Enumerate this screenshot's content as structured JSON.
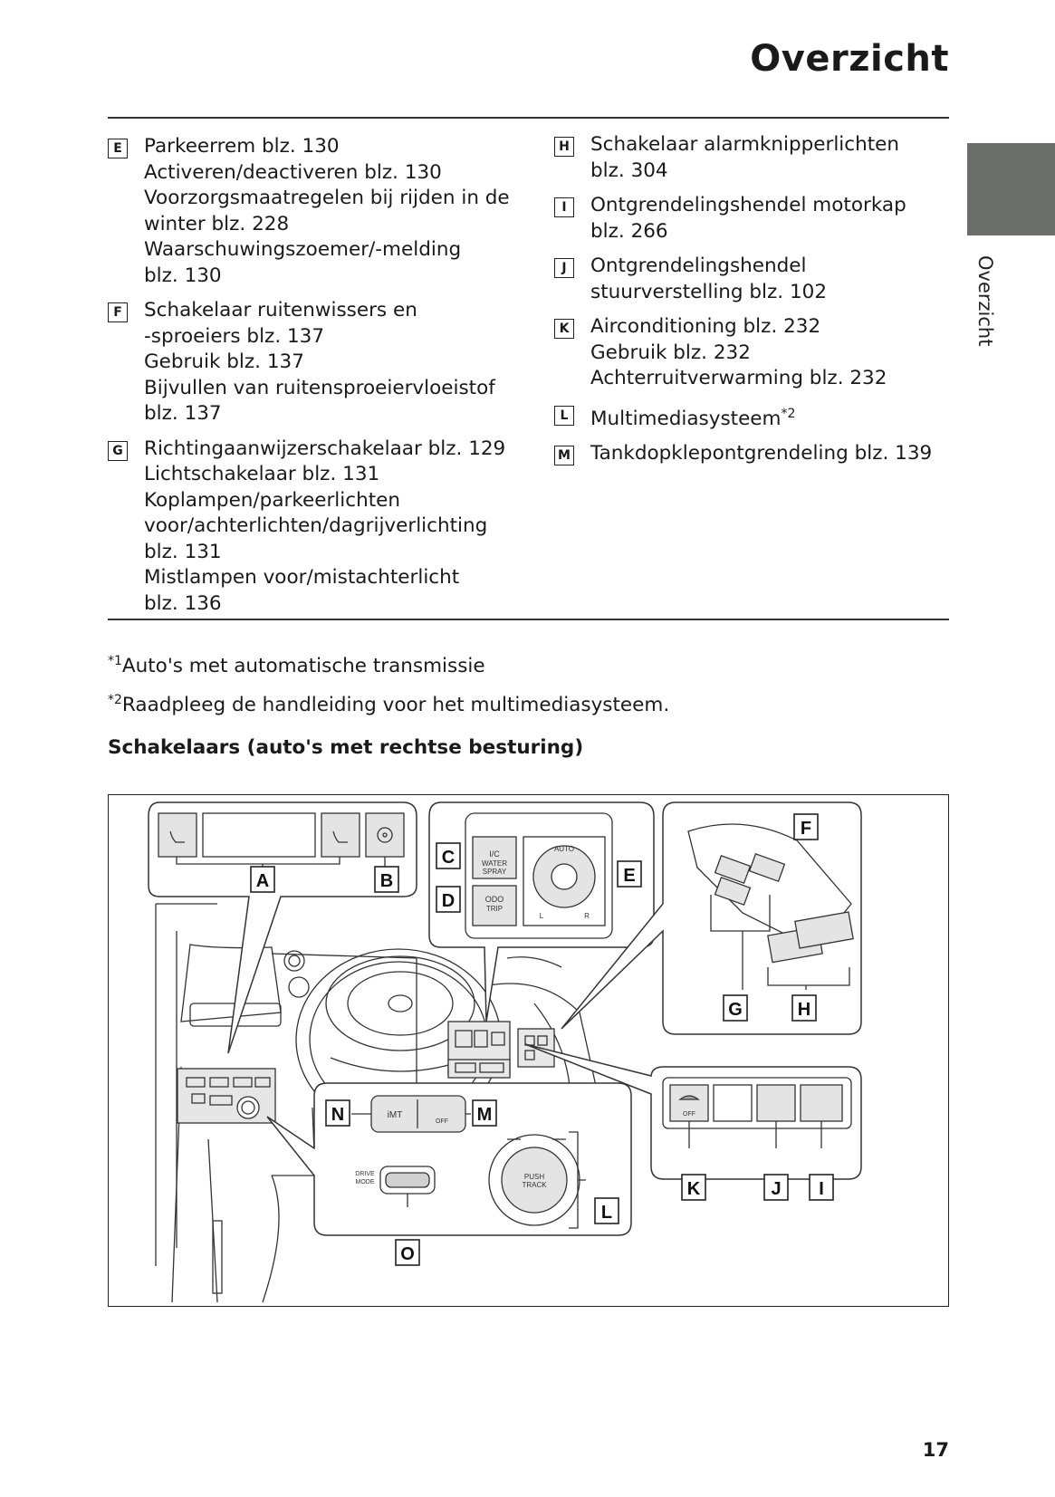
{
  "page": {
    "title": "Overzicht",
    "side_label": "Overzicht",
    "page_number": "17"
  },
  "left_entries": [
    {
      "key": "E",
      "lines": [
        "Parkeerrem blz. 130",
        "Activeren/deactiveren blz. 130",
        "Voorzorgsmaatregelen bij rijden in de",
        "winter blz. 228",
        "Waarschuwingszoemer/-melding",
        "blz. 130"
      ]
    },
    {
      "key": "F",
      "lines": [
        "Schakelaar ruitenwissers en",
        "-sproeiers blz. 137",
        "Gebruik blz. 137",
        "Bijvullen van ruitensproeiervloeistof",
        "blz. 137"
      ]
    },
    {
      "key": "G",
      "lines": [
        "Richtingaanwijzerschakelaar blz. 129",
        "Lichtschakelaar blz. 131",
        "Koplampen/parkeerlichten",
        "voor/achterlichten/dagrijverlichting",
        "blz. 131",
        "Mistlampen voor/mistachterlicht",
        "blz. 136"
      ]
    }
  ],
  "right_entries": [
    {
      "key": "H",
      "lines": [
        "Schakelaar alarmknipperlichten",
        "blz. 304"
      ]
    },
    {
      "key": "I",
      "lines": [
        "Ontgrendelingshendel motorkap",
        "blz. 266"
      ]
    },
    {
      "key": "J",
      "lines": [
        "Ontgrendelingshendel",
        "stuurverstelling blz. 102"
      ]
    },
    {
      "key": "K",
      "lines": [
        "Airconditioning blz. 232",
        "Gebruik blz. 232",
        "Achterruitverwarming blz. 232"
      ]
    },
    {
      "key": "L",
      "lines": [
        "Multimediasysteem"
      ],
      "sup": "*2"
    },
    {
      "key": "M",
      "lines": [
        "Tankdopklepontgrendeling blz. 139"
      ]
    }
  ],
  "footnotes": [
    {
      "mark": "*1",
      "text": "Auto's met automatische transmissie"
    },
    {
      "mark": "*2",
      "text": "Raadpleeg de handleiding voor het multimediasysteem."
    }
  ],
  "subheading": "Schakelaars (auto's met rechtse besturing)",
  "figure": {
    "callouts": [
      "A",
      "B",
      "C",
      "D",
      "E",
      "F",
      "G",
      "H",
      "I",
      "J",
      "K",
      "L",
      "M",
      "N",
      "O"
    ],
    "switch_labels": {
      "ic": "I/C",
      "water": "WATER",
      "spray": "SPRAY",
      "odo": "ODO",
      "trip": "TRIP",
      "auto": "AUTO",
      "imt": "iMT",
      "off": "OFF",
      "drive": "DRIVE",
      "mode": "MODE",
      "push": "PUSH",
      "track": "TRACK",
      "l": "L",
      "r": "R"
    }
  }
}
